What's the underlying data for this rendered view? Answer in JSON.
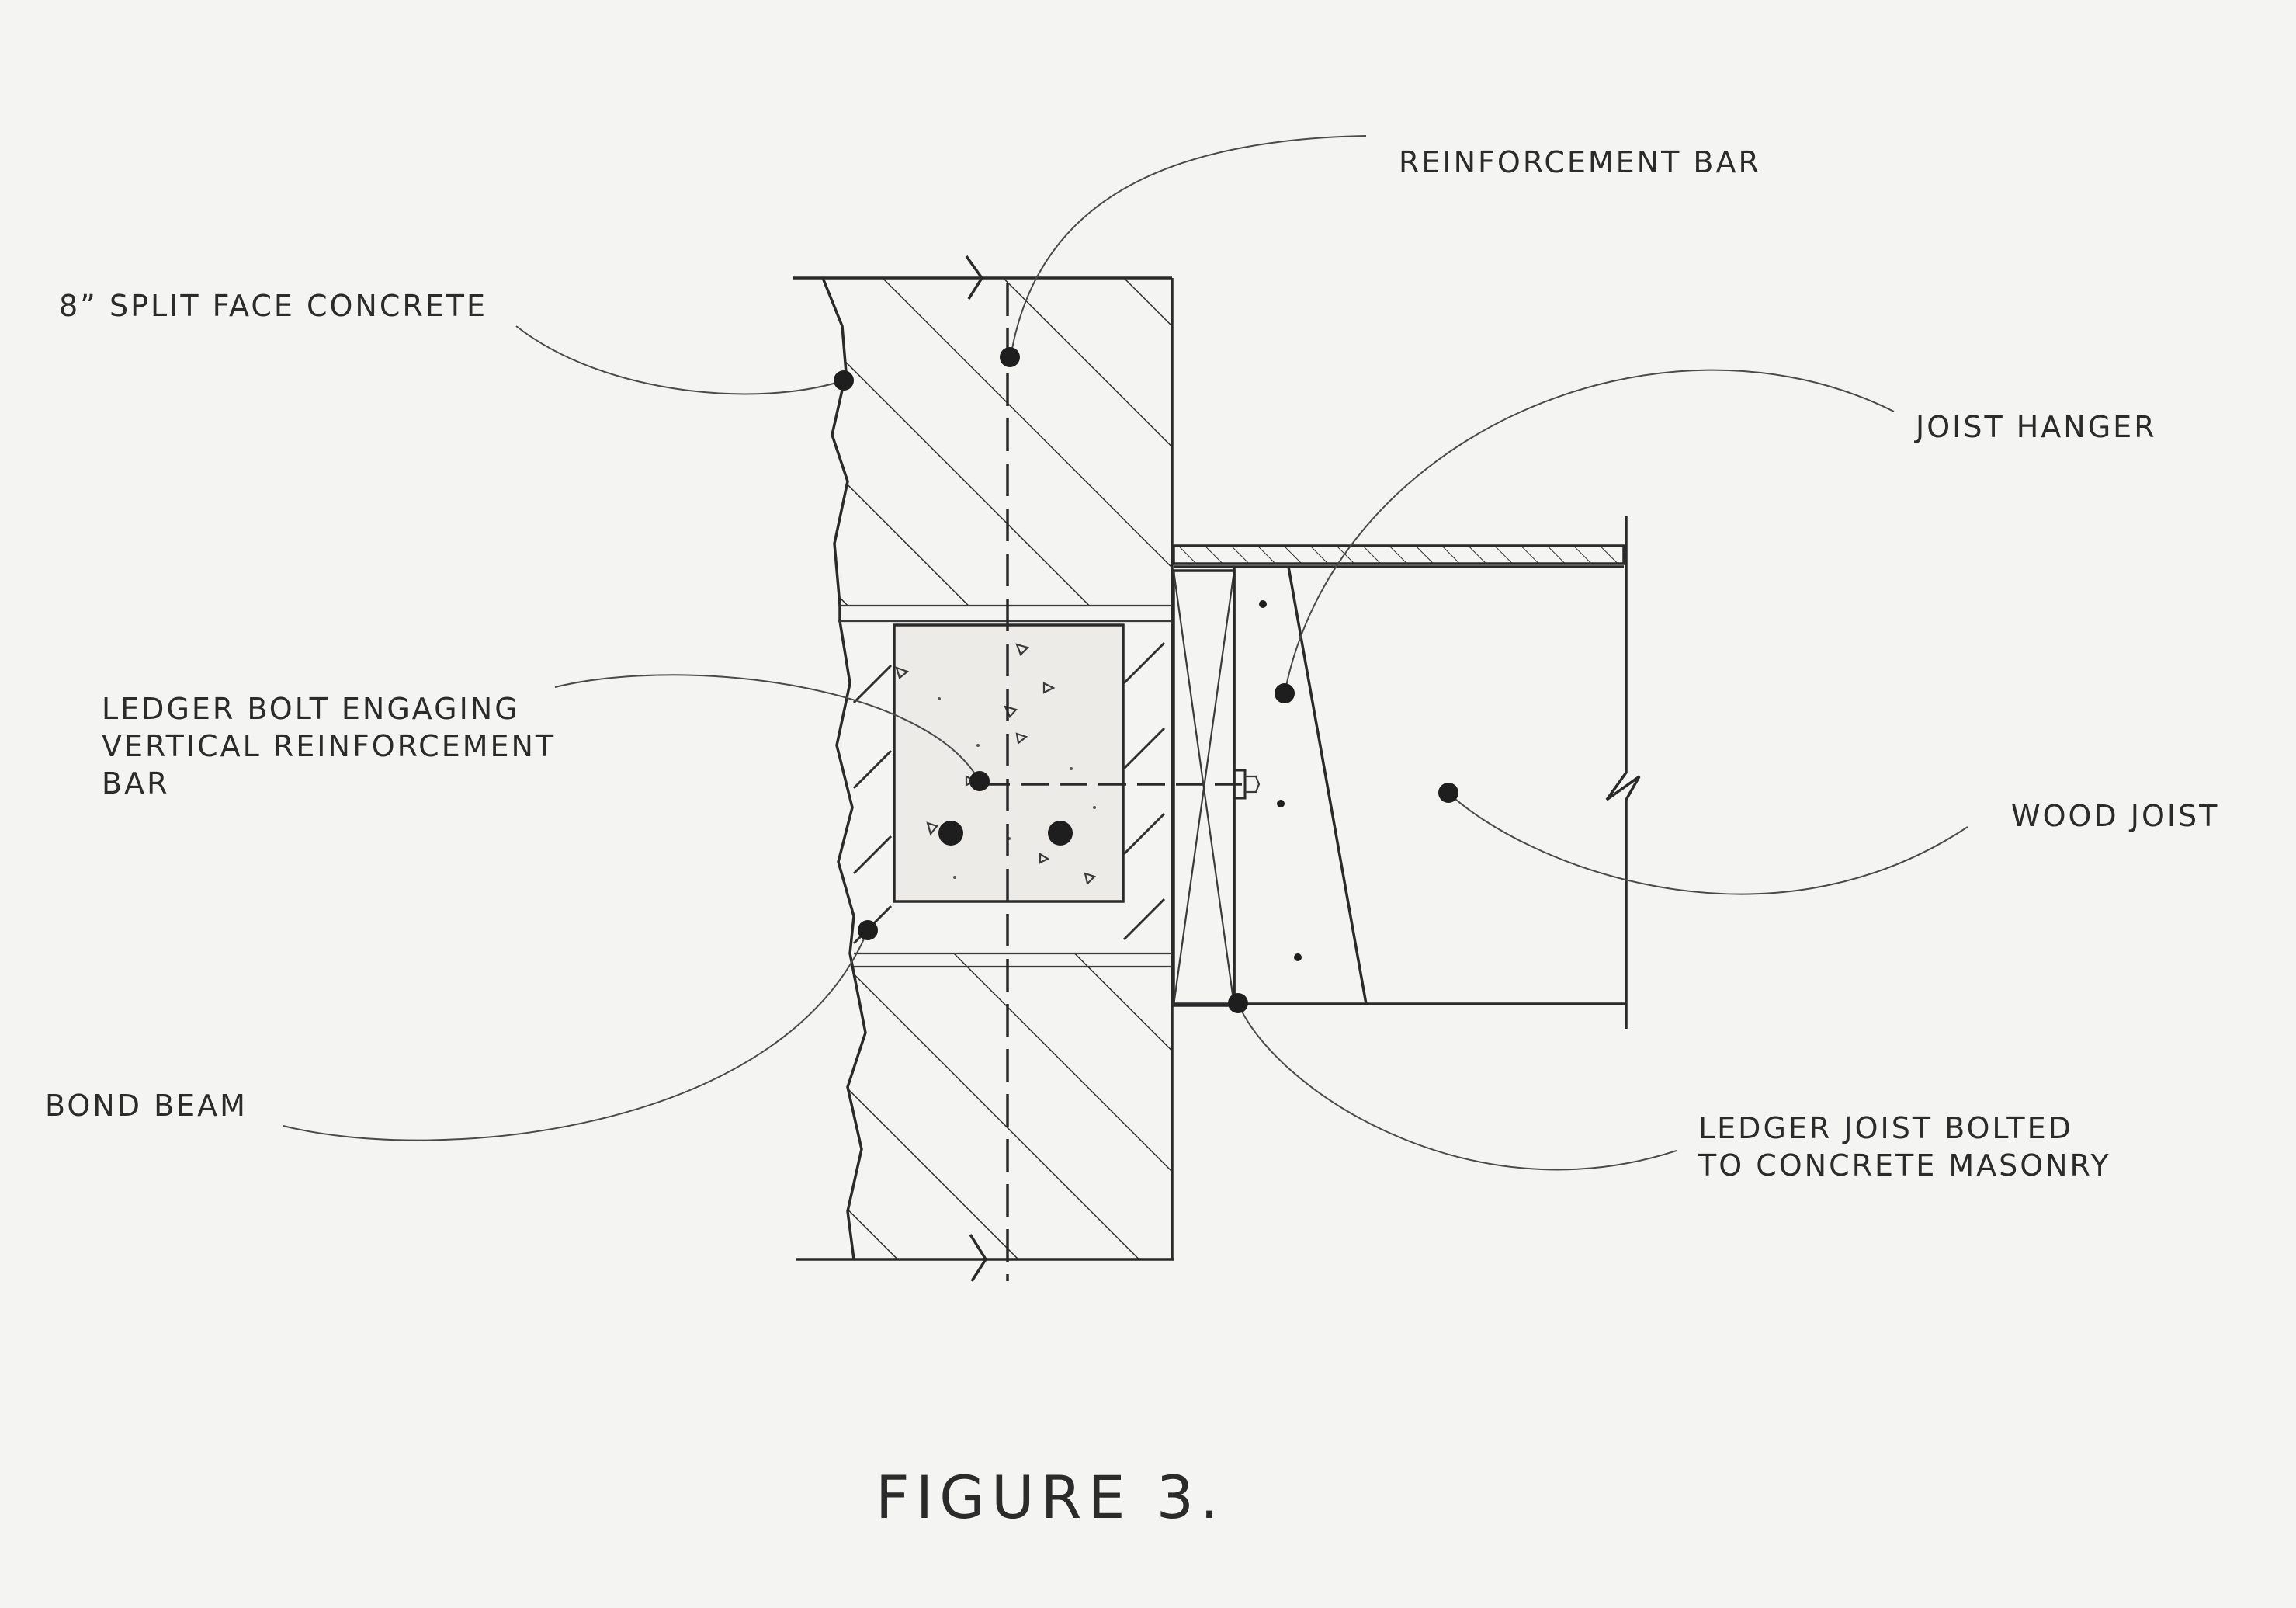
{
  "colors": {
    "paper": "#f4f4f2",
    "ink": "#2a2a2a"
  },
  "labels": {
    "reinforcement_bar": "REINFORCEMENT BAR",
    "split_face_concrete": "8” SPLIT FACE CONCRETE",
    "joist_hanger": "JOIST HANGER",
    "ledger_bolt": [
      "LEDGER BOLT ENGAGING",
      "VERTICAL REINFORCEMENT",
      "BAR"
    ],
    "wood_joist": "WOOD JOIST",
    "bond_beam": "BOND BEAM",
    "ledger_joist": [
      "LEDGER JOIST BOLTED",
      "TO CONCRETE MASONRY"
    ]
  },
  "figure_caption": "FIGURE 3."
}
